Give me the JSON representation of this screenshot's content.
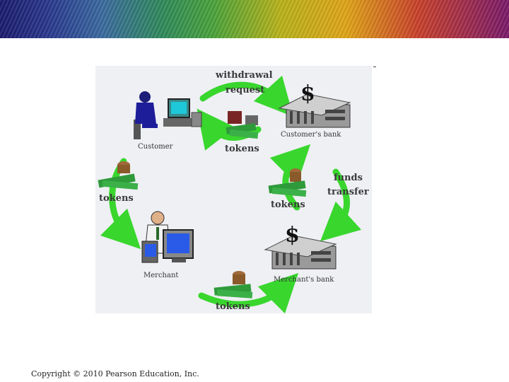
{
  "labels": {
    "withdrawal": "withdrawal",
    "request": "request",
    "tokens_top": "tokens",
    "tokens_left": "tokens",
    "tokens_right": "tokens",
    "tokens_bottom": "tokens",
    "funds": "funds",
    "transfer": "transfer"
  },
  "captions": {
    "customer": "Customer",
    "customers_bank": "Customer's bank",
    "merchant": "Merchant",
    "merchants_bank": "Merchant's bank"
  },
  "symbols": {
    "dollar_top": "$",
    "dollar_bottom": "$"
  },
  "footer": {
    "copyright": "Copyright © 2010 Pearson Education, Inc."
  },
  "colors": {
    "arrow_green": "#39d62e",
    "money_green": "#2e9a3a",
    "bank_gray": "#8c8c8c"
  }
}
